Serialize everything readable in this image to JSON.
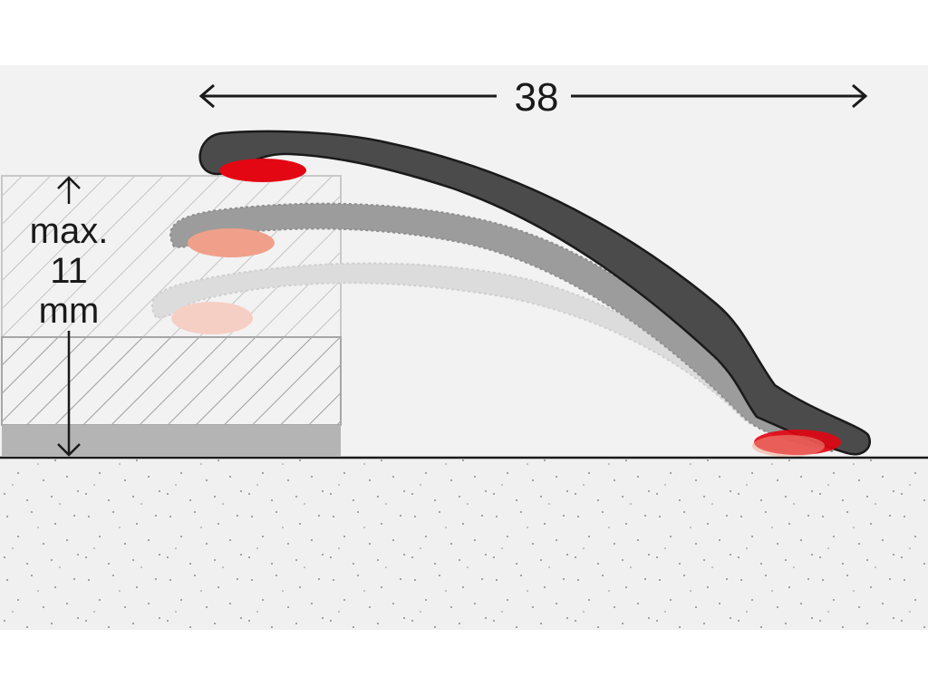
{
  "dimensions": {
    "width_label": "38",
    "height_label_line1": "max.",
    "height_label_line2": "11",
    "height_label_line3": "mm"
  },
  "colors": {
    "background_band": "#f2f2f2",
    "floor": "#f0f0f0",
    "floor_line": "#1a1a1a",
    "profile_dark": "#4b4b4b",
    "profile_mid": "#9a9a9a",
    "profile_light": "#d9d9d9",
    "adhesive_red": "#e30613",
    "adhesive_mid": "#f0a08a",
    "adhesive_light": "#f6cfc4",
    "hatch": "#bdbdbd",
    "base_layer": "#b4b4b4"
  }
}
